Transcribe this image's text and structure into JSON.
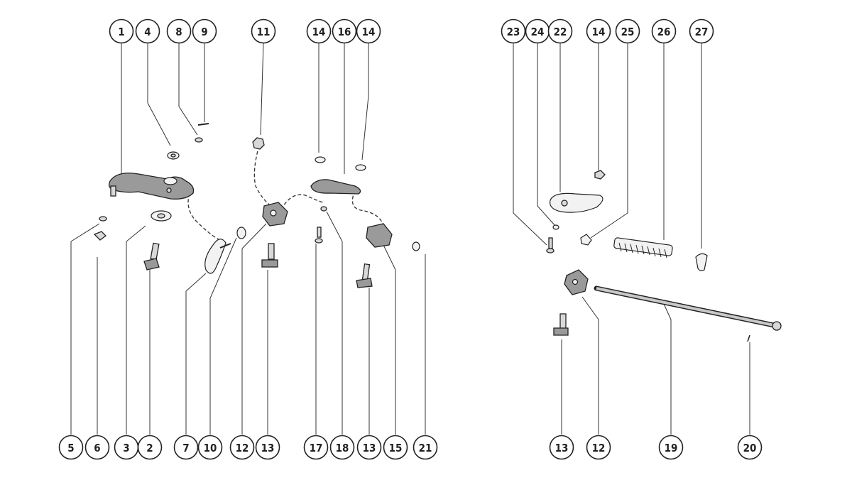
{
  "diagram": {
    "top_left_labels": [
      "1",
      "4",
      "8",
      "9",
      "11",
      "14",
      "16",
      "14"
    ],
    "top_right_labels": [
      "23",
      "24",
      "22",
      "14",
      "25",
      "26",
      "27"
    ],
    "bottom_left_labels": [
      "5",
      "6",
      "3",
      "2",
      "7",
      "10",
      "12",
      "13",
      "17",
      "18",
      "13",
      "15",
      "21"
    ],
    "bottom_right_labels": [
      "13",
      "12",
      "19",
      "20"
    ]
  }
}
